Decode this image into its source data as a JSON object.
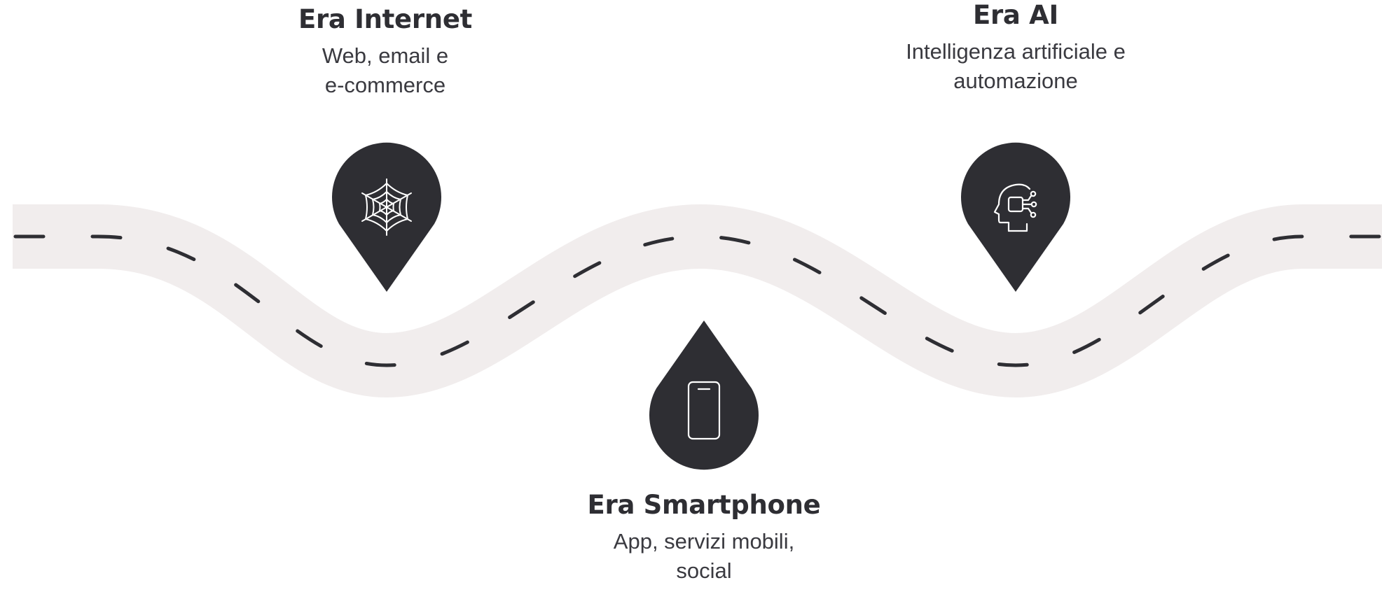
{
  "colors": {
    "road": "#f1eded",
    "marker": "#2e2e33",
    "dash": "#2e2e33",
    "icon_stroke": "#ffffff"
  },
  "milestones": [
    {
      "id": "internet",
      "title": "Era Internet",
      "description_lines": [
        "Web, email e",
        "e-commerce"
      ],
      "icon": "spider-web-icon",
      "marker_orientation": "above-road"
    },
    {
      "id": "smartphone",
      "title": "Era Smartphone",
      "description_lines": [
        "App, servizi mobili,",
        "social"
      ],
      "icon": "smartphone-icon",
      "marker_orientation": "below-road"
    },
    {
      "id": "ai",
      "title": "Era AI",
      "description_lines": [
        "Intelligenza artificiale e",
        "automazione"
      ],
      "icon": "ai-head-icon",
      "marker_orientation": "above-road"
    }
  ]
}
